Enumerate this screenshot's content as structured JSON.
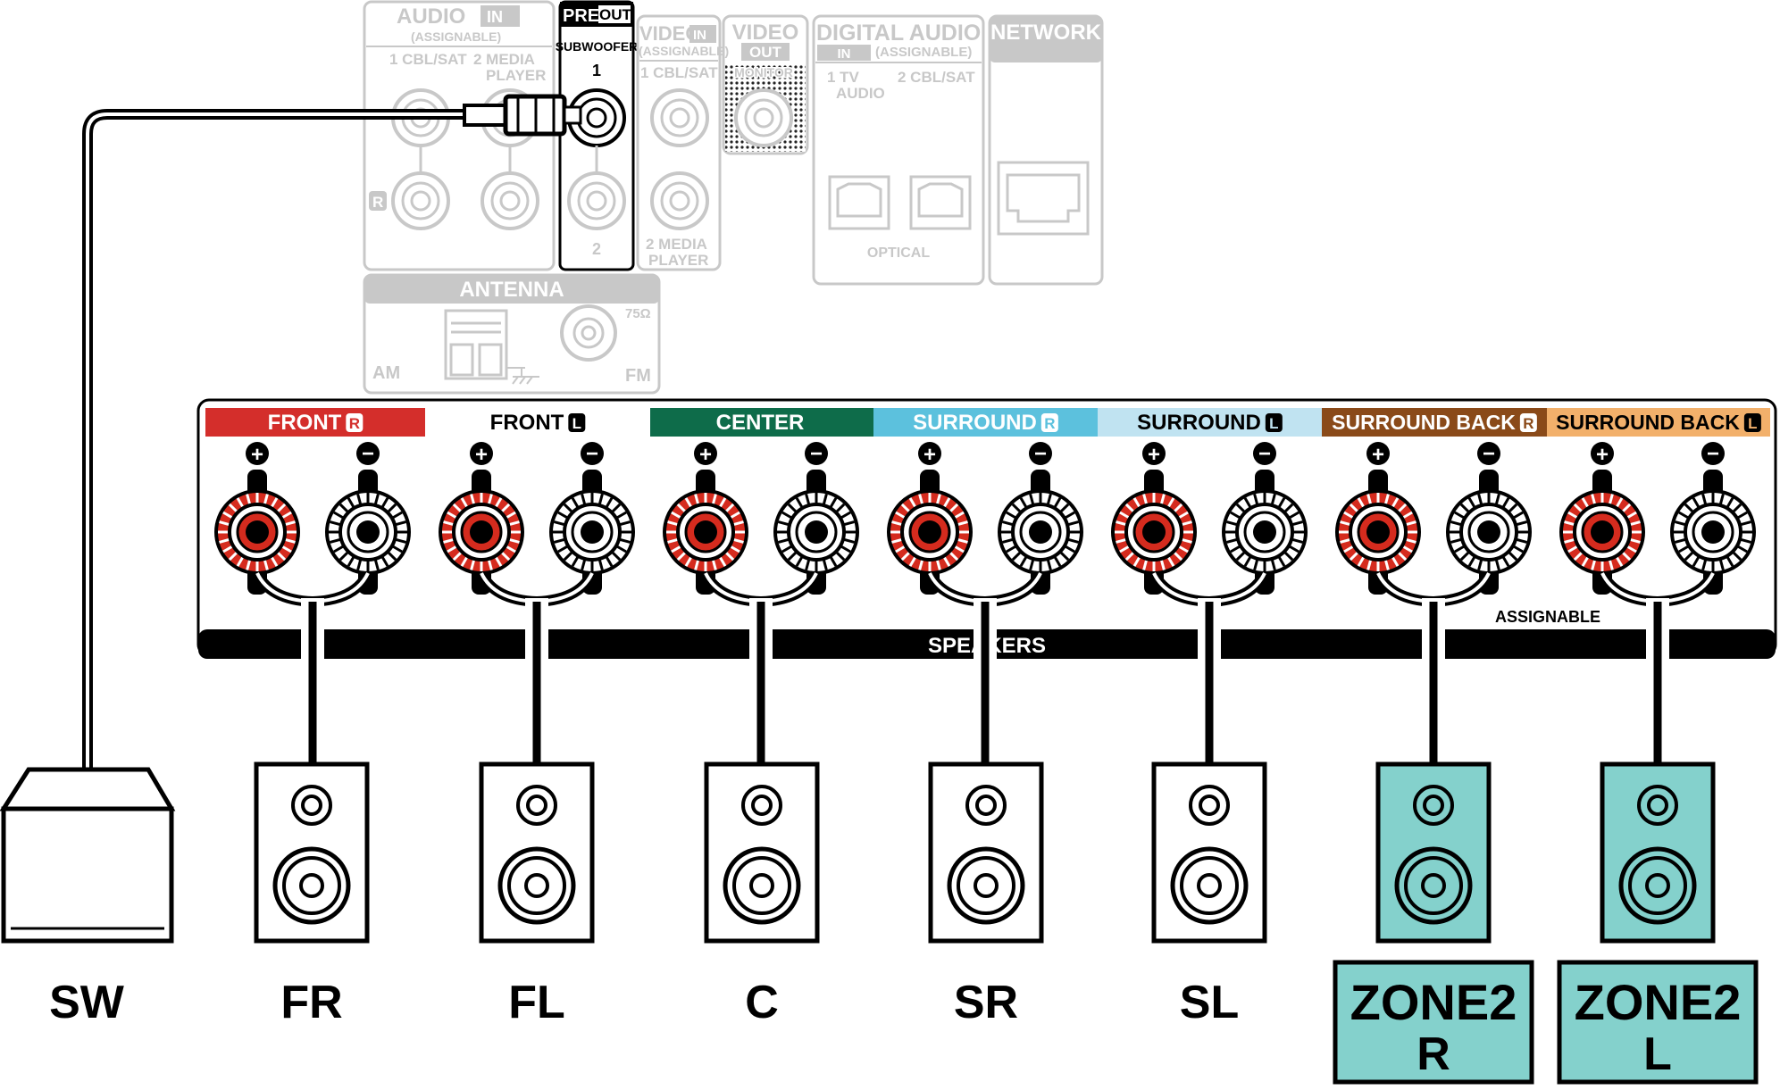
{
  "colors": {
    "front_r": "#d42e2b",
    "center": "#0e6c4a",
    "surround_r": "#5cc1dd",
    "surround_l": "#c0e3f1",
    "surround_back_r": "#8a4a19",
    "surround_back_l": "#f2b06b",
    "zone_fill": "#84d1cc",
    "terminal_red": "#d52b1e",
    "ghost": "#c8c8c8"
  },
  "input_panel": {
    "audio_in": {
      "title": "AUDIO",
      "badge": "IN",
      "sub": "(ASSIGNABLE)",
      "jack1": "1 CBL/SAT",
      "jack2_line1": "2  MEDIA",
      "jack2_line2": "PLAYER",
      "r_mark": "R"
    },
    "pre_out": {
      "title_a": "PRE",
      "title_b": "OUT",
      "sub": "SUBWOOFER",
      "num1": "1",
      "num2": "2"
    },
    "video_in": {
      "title": "VIDEO",
      "badge": "IN",
      "sub": "(ASSIGNABLE)",
      "jack1": "1 CBL/SAT",
      "jack2_line1": "2 MEDIA",
      "jack2_line2": "PLAYER"
    },
    "video_out": {
      "title": "VIDEO",
      "badge": "OUT",
      "sub": "MONITOR"
    },
    "digital_audio": {
      "title": "DIGITAL AUDIO",
      "badge": "IN",
      "sub": "(ASSIGNABLE)",
      "jack1_line1": "1   TV",
      "jack1_line2": "AUDIO",
      "jack2": "2 CBL/SAT",
      "optical": "OPTICAL"
    },
    "network": {
      "title": "NETWORK"
    },
    "antenna": {
      "title": "ANTENNA",
      "am": "AM",
      "fm": "FM",
      "ohm": "75Ω"
    }
  },
  "speaker_panel": {
    "speakers_label": "SPEAKERS",
    "assignable_label": "ASSIGNABLE",
    "plus_symbol": "+",
    "minus_symbol": "−",
    "channels": [
      {
        "label": "FRONT",
        "badge": "R"
      },
      {
        "label": "FRONT",
        "badge": "L"
      },
      {
        "label": "CENTER",
        "badge": ""
      },
      {
        "label": "SURROUND",
        "badge": "R"
      },
      {
        "label": "SURROUND",
        "badge": "L"
      },
      {
        "label": "SURROUND BACK",
        "badge": "R"
      },
      {
        "label": "SURROUND BACK",
        "badge": "L"
      }
    ]
  },
  "devices": {
    "subwoofer_label": "SW",
    "speakers": [
      "FR",
      "FL",
      "C",
      "SR",
      "SL"
    ],
    "zone2": [
      {
        "line1": "ZONE2",
        "line2": "R"
      },
      {
        "line1": "ZONE2",
        "line2": "L"
      }
    ]
  }
}
